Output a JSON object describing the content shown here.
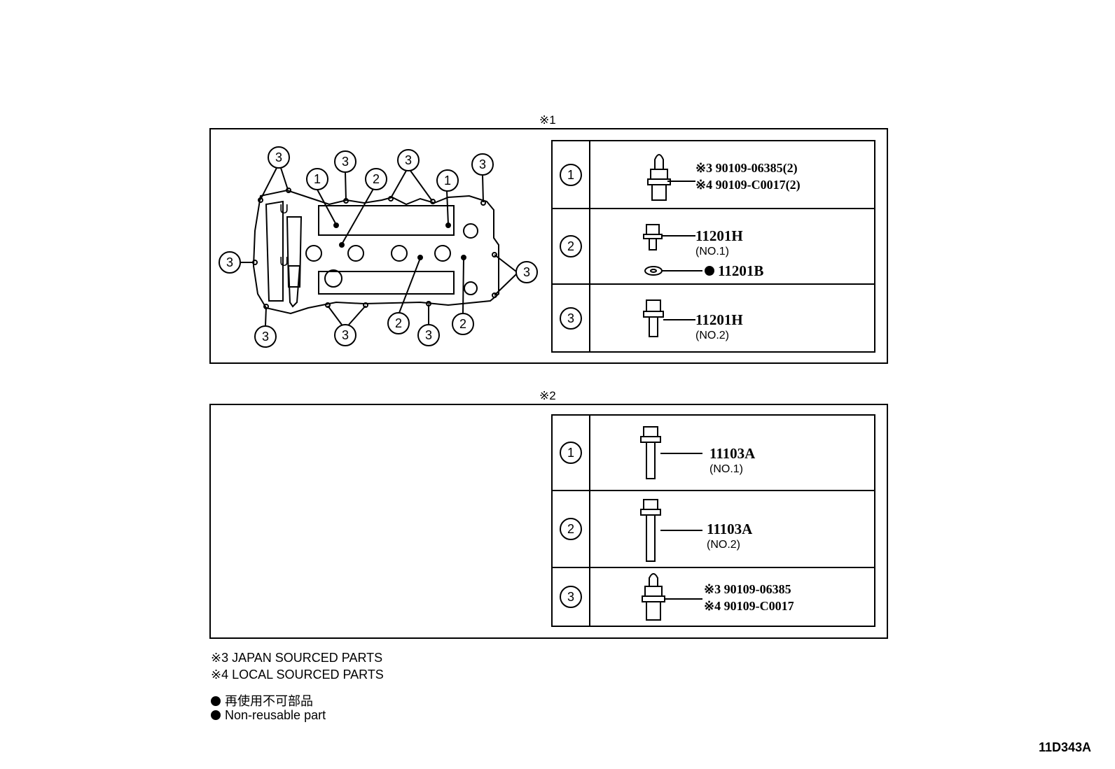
{
  "sections": [
    {
      "label": "※1",
      "rows": [
        {
          "ref": "1",
          "lines": [
            "※3 90109-06385(2)",
            "※4 90109-C0017(2)"
          ]
        },
        {
          "ref": "2",
          "part_no": "11201H",
          "sub": "(NO.1)",
          "washer_part_no": "11201B"
        },
        {
          "ref": "3",
          "part_no": "11201H",
          "sub": "(NO.2)"
        }
      ]
    },
    {
      "label": "※2",
      "rows": [
        {
          "ref": "1",
          "part_no": "11103A",
          "sub": "(NO.1)"
        },
        {
          "ref": "2",
          "part_no": "11103A",
          "sub": "(NO.2)"
        },
        {
          "ref": "3",
          "lines": [
            "※3 90109-06385",
            "※4 90109-C0017"
          ]
        }
      ]
    }
  ],
  "callouts": {
    "one": "1",
    "two": "2",
    "three": "3",
    "u_mark": "U"
  },
  "notes": {
    "japan": "※3 JAPAN SOURCED PARTS",
    "local": "※4 LOCAL SOURCED PARTS",
    "non_reusable_ja": "再使用不可部品",
    "non_reusable_en": "Non-reusable part"
  },
  "drawing_code": "11D343A"
}
